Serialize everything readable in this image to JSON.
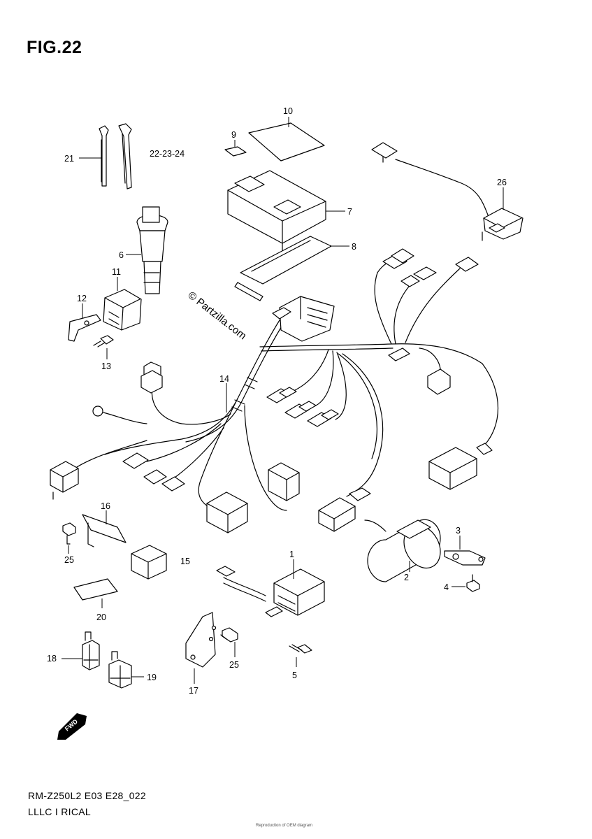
{
  "header": {
    "figure_label": "FIG.22"
  },
  "footer": {
    "model_code": "RM-Z250L2 E03 E28_022",
    "section": "LLLC I RICAL",
    "fine_print": "Reproduction of OEM diagram"
  },
  "watermark": "© Partzilla.com",
  "direction_arrow": "FWD",
  "callouts": {
    "c1": "1",
    "c2": "2",
    "c3": "3",
    "c4": "4",
    "c5": "5",
    "c6": "6",
    "c7": "7",
    "c8": "8",
    "c9": "9",
    "c10": "10",
    "c11": "11",
    "c12": "12",
    "c13": "13",
    "c14": "14",
    "c15": "15",
    "c16": "16",
    "c17": "17",
    "c18": "18",
    "c19": "19",
    "c20": "20",
    "c21": "21",
    "c22": "22-23-24",
    "c25a": "25",
    "c25b": "25",
    "c26": "26"
  }
}
